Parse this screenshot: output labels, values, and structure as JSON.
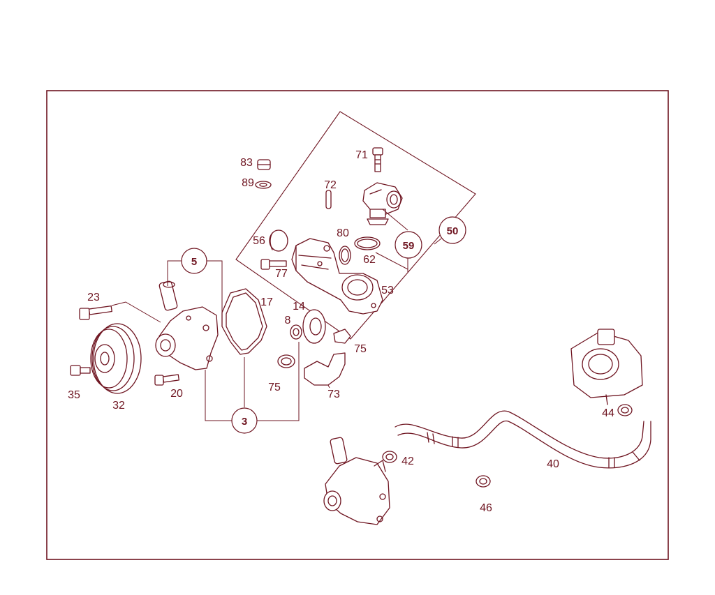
{
  "diagram": {
    "part_labels": {
      "p83": "83",
      "p89": "89",
      "p71": "71",
      "p72": "72",
      "p80": "80",
      "p62": "62",
      "p56": "56",
      "p77": "77",
      "p53": "53",
      "p17": "17",
      "p14": "14",
      "p8": "8",
      "p75a": "75",
      "p75b": "75",
      "p73": "73",
      "p23": "23",
      "p35": "35",
      "p32": "32",
      "p20": "20",
      "p44": "44",
      "p42": "42",
      "p40": "40",
      "p46": "46"
    },
    "callouts": {
      "c5": "5",
      "c3": "3",
      "c59": "59",
      "c50": "50"
    }
  }
}
